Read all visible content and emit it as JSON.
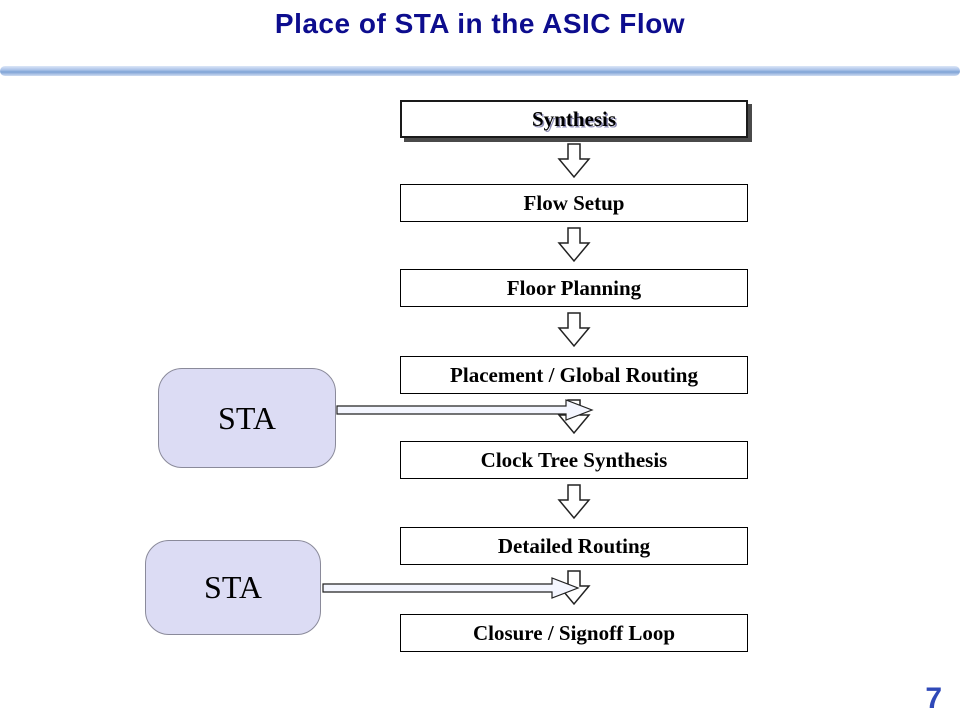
{
  "title": "Place of STA in the ASIC Flow",
  "page_number": "7",
  "flow": {
    "steps": [
      {
        "label": "Synthesis"
      },
      {
        "label": "Flow Setup"
      },
      {
        "label": "Floor Planning"
      },
      {
        "label": "Placement / Global Routing"
      },
      {
        "label": "Clock Tree Synthesis"
      },
      {
        "label": "Detailed Routing"
      },
      {
        "label": "Closure / Signoff Loop"
      }
    ]
  },
  "sta": {
    "first_label": "STA",
    "second_label": "STA"
  },
  "colors": {
    "title": "#0d0d8e",
    "divider": "#a9c1e8",
    "sta_fill": "#dcdcf4",
    "page_number": "#2f49b8",
    "box_border": "#000000"
  }
}
